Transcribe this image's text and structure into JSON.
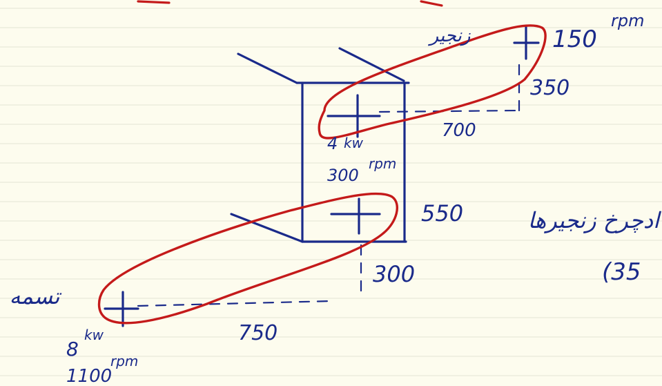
{
  "colors": {
    "paper": "#fdfcee",
    "rule": "#e4e4d4",
    "ink_blue": "#1a2a8a",
    "ink_red": "#c41a1a"
  },
  "labels": {
    "top_rpm_value": "150",
    "top_rpm_unit": "rpm",
    "top_chain_word": "زنجیر",
    "dim_350": "350",
    "dim_700": "700",
    "motor_power_value": "4",
    "motor_power_unit": "kw",
    "motor_rpm_value": "300",
    "motor_rpm_unit": "rpm",
    "dim_550": "550",
    "dim_300": "300",
    "dim_750": "750",
    "bottom_power_value": "8",
    "bottom_power_unit": "kw",
    "bottom_rpm_value": "1100",
    "bottom_rpm_unit": "rpm",
    "belt_word": "تسمه",
    "right_text_line1": "ادچرخ زنجیرها",
    "right_text_line2": "(35"
  }
}
